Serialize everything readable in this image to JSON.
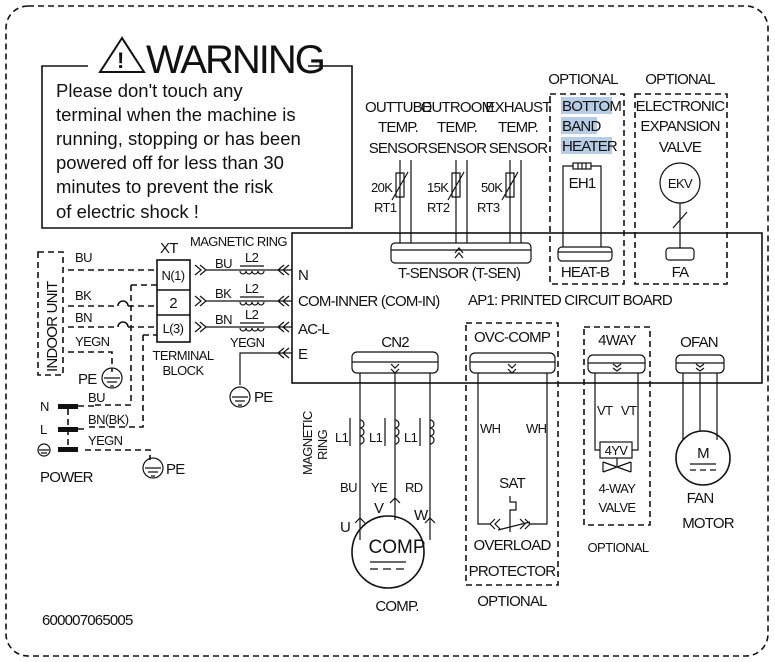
{
  "warning": {
    "title": "WARNING",
    "lines": [
      "Please don't touch any",
      "terminal when the machine is",
      "running, stopping or has been",
      "powered off for less than 30",
      "minutes to prevent the risk",
      "of electric shock !"
    ]
  },
  "sensors": [
    {
      "lines": [
        "OUTTUBE",
        "TEMP.",
        "SENSOR"
      ],
      "value": "20K",
      "id": "RT1"
    },
    {
      "lines": [
        "OUTROOM",
        "TEMP.",
        "SENSOR"
      ],
      "value": "15K",
      "id": "RT2"
    },
    {
      "lines": [
        "EXHAUST",
        "TEMP.",
        "SENSOR"
      ],
      "value": "50K",
      "id": "RT3"
    }
  ],
  "tsensor_label": "T-SENSOR (T-SEN)",
  "heater": {
    "optional": "OPTIONAL",
    "lines": [
      "BOTTOM",
      "BAND",
      "HEATER"
    ],
    "id": "EH1",
    "connector": "HEAT-B",
    "highlight_color": "#b7cde6"
  },
  "ekv": {
    "optional": "OPTIONAL",
    "lines": [
      "ELECTRONIC",
      "EXPANSION",
      "VALVE"
    ],
    "symbol": "EKV",
    "connector": "FA"
  },
  "pcb": {
    "label": "AP1:  PRINTED CIRCUIT BOARD",
    "terminals": [
      "N",
      "COM-INNER  (COM-IN)",
      "AC-L",
      "E"
    ]
  },
  "terminal_block": {
    "title": "XT",
    "cells": [
      "N(1)",
      "2",
      "L(3)"
    ],
    "caption": [
      "TERMINAL",
      "BLOCK"
    ]
  },
  "magnetic_ring": "MAGNETIC RING",
  "wires": {
    "bu": "BU",
    "bk": "BK",
    "bn": "BN",
    "yegn": "YEGN",
    "l2": "L2",
    "bnbk": "BN(BK)"
  },
  "indoor_unit": "INDOOR UNIT",
  "pe": "PE",
  "power": {
    "n": "N",
    "l": "L",
    "label": "POWER"
  },
  "cn2": {
    "label": "CN2",
    "ring": [
      "MAGNETIC",
      "RING"
    ],
    "l1": "L1",
    "wires": [
      "BU",
      "YE",
      "RD"
    ],
    "phases": [
      "U",
      "V",
      "W"
    ],
    "comp": "COMP",
    "caption": "COMP."
  },
  "ovc": {
    "label": "OVC-COMP",
    "wh": "WH",
    "sat": "SAT",
    "caption": [
      "OVERLOAD",
      "PROTECTOR"
    ],
    "optional": "OPTIONAL"
  },
  "fourway": {
    "label": "4WAY",
    "vt": "VT",
    "coil": "4YV",
    "caption": [
      "4-WAY",
      "VALVE"
    ],
    "optional": "OPTIONAL"
  },
  "ofan": {
    "label": "OFAN",
    "symbol": "M",
    "caption": [
      "FAN",
      "MOTOR"
    ]
  },
  "part_number": "600007065005"
}
